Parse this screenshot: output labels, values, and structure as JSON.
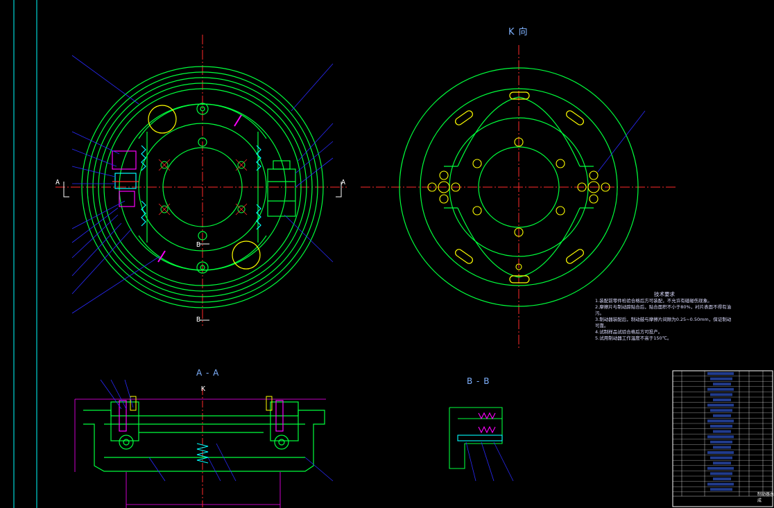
{
  "views": {
    "k_view": "K 向",
    "section_aa": "A - A",
    "section_bb": "B - B",
    "k_arrow": "K",
    "cut_a": "A",
    "cut_b": "B"
  },
  "tech_requirements": {
    "title": "技术要求",
    "lines": [
      "1.装配前零件检验合格后方可装配，不允许有磕碰伤现象。",
      "2.摩擦片与制动蹄贴合后，贴合面积不小于80%，衬片表面不得有油污。",
      "3.制动器装配后，制动鼓与摩擦片间隙为0.25~0.50mm，保证制动可靠。",
      "4.试制样品试验合格后方可投产。",
      "5.试用制动器工作温度不高于150℃。"
    ]
  },
  "title_block": {
    "caption": "制动器总成"
  },
  "colors": {
    "background": "#000000",
    "outline": "#00ff3c",
    "centerline": "#ff2a2a",
    "leader": "#2a2aff",
    "part_cyan": "#00ffff",
    "part_magenta": "#ff00ff",
    "part_yellow": "#ffff00",
    "border": "#00ffff"
  }
}
